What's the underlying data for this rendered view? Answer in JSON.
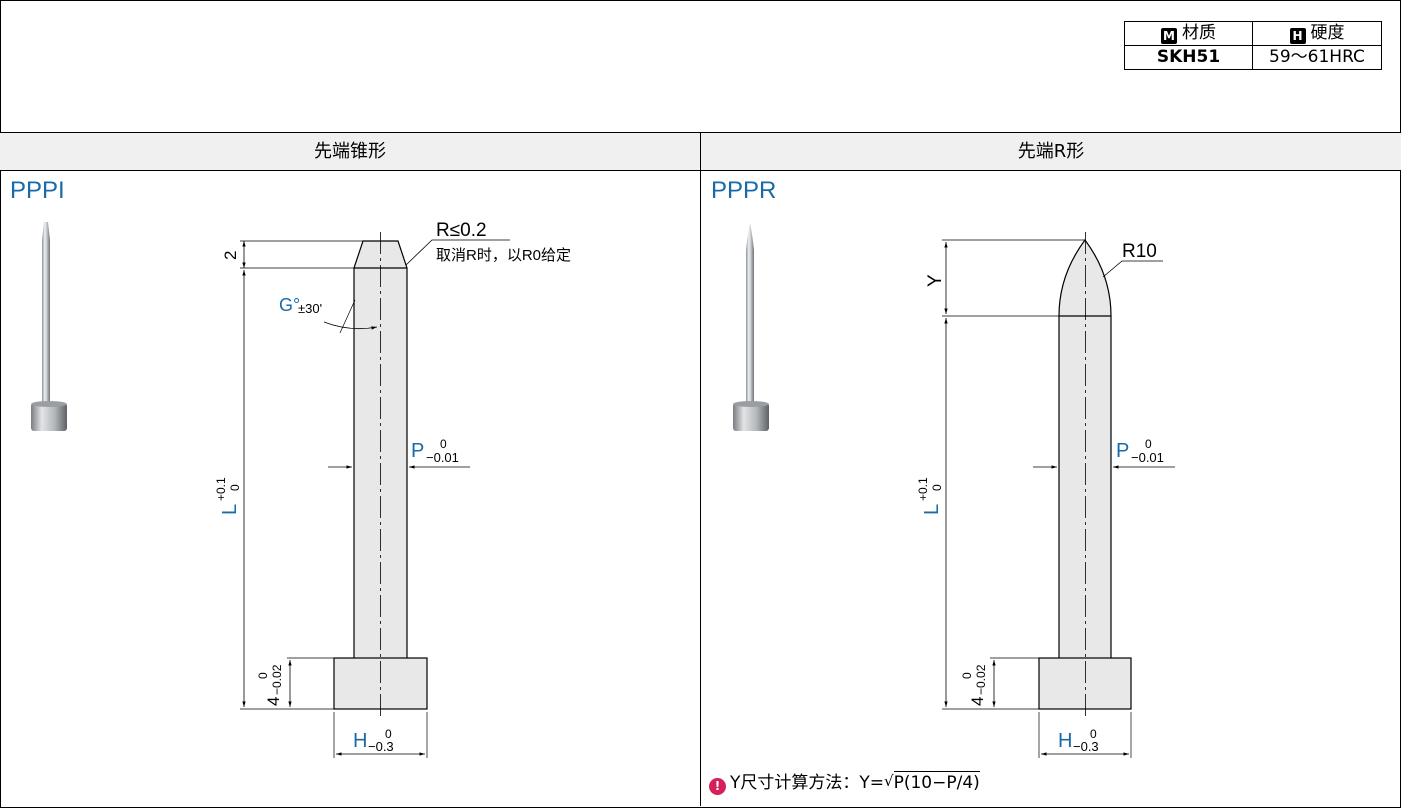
{
  "spec_table": {
    "material_badge": "M",
    "material_header": "材质",
    "hardness_badge": "H",
    "hardness_header": "硬度",
    "material_value": "SKH51",
    "hardness_value": "59～61HRC"
  },
  "columns": [
    {
      "header": "先端锥形",
      "model": "PPPI"
    },
    {
      "header": "先端R形",
      "model": "PPPR"
    }
  ],
  "left_drawing": {
    "r_note": "R≤0.2",
    "r_note_sub": "取消R时，以R0给定",
    "dim_2": "2",
    "g_label": "G°",
    "g_tol": "±30'",
    "p_label": "P",
    "p_tol_top": "0",
    "p_tol_bot": "−0.01",
    "l_label": "L",
    "l_tol_top": "+0.1",
    "l_tol_bot": "0",
    "head_dim": "4",
    "head_tol_top": "0",
    "head_tol_bot": "−0.02",
    "h_label": "H",
    "h_tol_top": "0",
    "h_tol_bot": "−0.3"
  },
  "right_drawing": {
    "r_note": "R10",
    "y_label": "Y",
    "p_label": "P",
    "p_tol_top": "0",
    "p_tol_bot": "−0.01",
    "l_label": "L",
    "l_tol_top": "+0.1",
    "l_tol_bot": "0",
    "head_dim": "4",
    "head_tol_top": "0",
    "head_tol_bot": "−0.02",
    "h_label": "H",
    "h_tol_top": "0",
    "h_tol_bot": "−0.3"
  },
  "note": {
    "icon": "!",
    "text": "Y尺寸计算方法：Y=",
    "formula": "P(10−P/4)"
  },
  "colors": {
    "accent": "#1a6aa8",
    "note_icon": "#d6205a",
    "header_bg": "#f0f0f0"
  }
}
